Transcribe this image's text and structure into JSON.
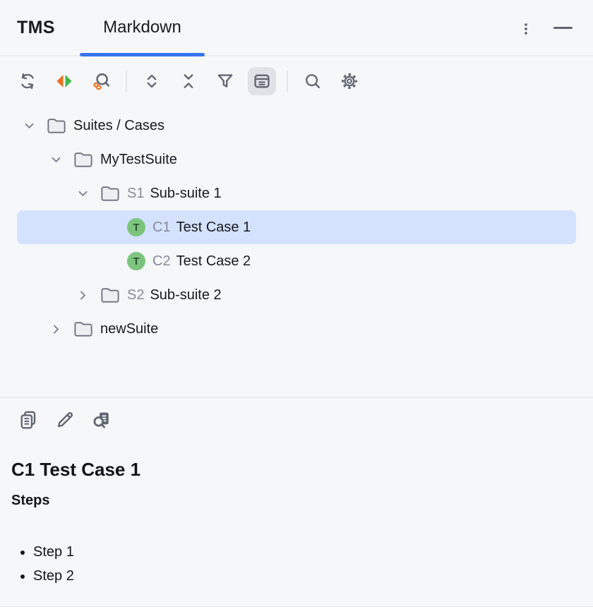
{
  "header": {
    "title": "TMS",
    "tab": "Markdown",
    "icons": {
      "more": "kebab-menu",
      "minimize": "hide-window"
    }
  },
  "toolbar": {
    "icons": [
      "refresh",
      "diff-triangles",
      "search-by-link",
      "expand-all",
      "collapse-all",
      "filter",
      "show-preview",
      "search",
      "settings"
    ],
    "active_icon": "show-preview"
  },
  "tree": {
    "items": [
      {
        "label": "Suites / Cases",
        "type": "folder",
        "state": "expanded",
        "level": 0
      },
      {
        "label": "MyTestSuite",
        "type": "folder",
        "state": "expanded",
        "level": 1
      },
      {
        "prefix": "S1",
        "label": "Sub-suite 1",
        "type": "folder",
        "state": "expanded",
        "level": 2
      },
      {
        "prefix": "C1",
        "label": "Test Case 1",
        "type": "test-case",
        "letter": "T",
        "selected": true,
        "level": 3
      },
      {
        "prefix": "C2",
        "label": "Test Case 2",
        "type": "test-case",
        "letter": "T",
        "level": 3
      },
      {
        "prefix": "S2",
        "label": "Sub-suite 2",
        "type": "folder",
        "state": "collapsed",
        "level": 2
      },
      {
        "label": "newSuite",
        "type": "folder",
        "state": "collapsed",
        "level": 1
      }
    ]
  },
  "preview": {
    "toolbar_icons": [
      "copy",
      "edit",
      "find-in-document"
    ],
    "title": "C1 Test Case 1",
    "section": "Steps",
    "steps": [
      "Step 1",
      "Step 2"
    ]
  },
  "colors": {
    "accent_blue": "#3574F0",
    "selection": "#D4E2FF",
    "icon_gray": "#5F6672",
    "orange": "#ED6F1E",
    "green": "#40B84C",
    "case_badge_green": "#7CC57E",
    "background": "#F6F7F9",
    "divider": "#EBECF0"
  }
}
